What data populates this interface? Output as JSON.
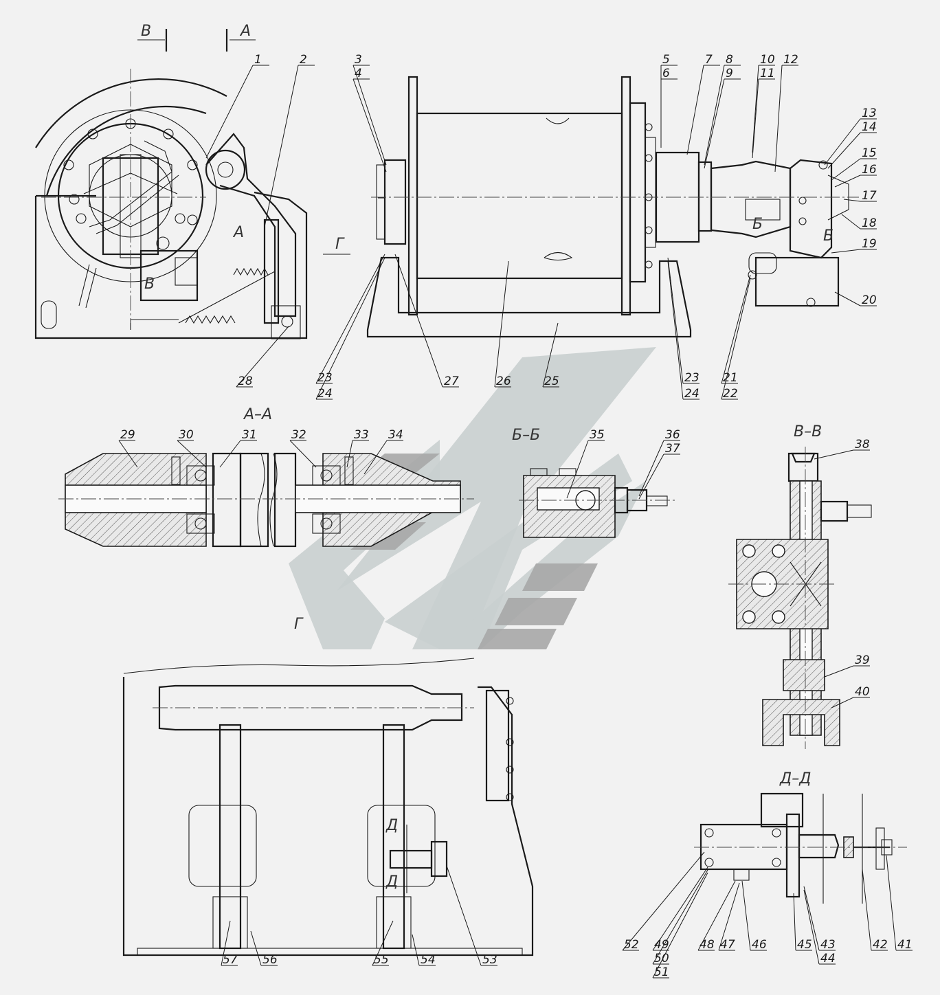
{
  "views": {
    "aa": "А–А",
    "bb": "Б–Б",
    "vv": "В–В",
    "dd": "Д–Д",
    "g": "Г"
  },
  "section_marks": {
    "a": "А",
    "b": "Б",
    "v": "В",
    "g": "Г",
    "d": "Д"
  },
  "callouts_top": [
    "1",
    "2",
    "3",
    "4",
    "5",
    "6",
    "7",
    "8",
    "9",
    "10",
    "11",
    "12",
    "13",
    "14",
    "15",
    "16",
    "17",
    "18",
    "19",
    "20",
    "21",
    "22",
    "23",
    "24",
    "25",
    "26",
    "27",
    "28"
  ],
  "callouts_aa": [
    "29",
    "30",
    "31",
    "32",
    "33",
    "34"
  ],
  "callouts_bb": [
    "35",
    "36",
    "37"
  ],
  "callouts_vv": [
    "38",
    "39",
    "40"
  ],
  "callouts_dd": [
    "41",
    "42",
    "43",
    "44",
    "45",
    "46",
    "47",
    "48",
    "49",
    "50",
    "51",
    "52"
  ],
  "callouts_g": [
    "53",
    "54",
    "55",
    "56",
    "57"
  ]
}
